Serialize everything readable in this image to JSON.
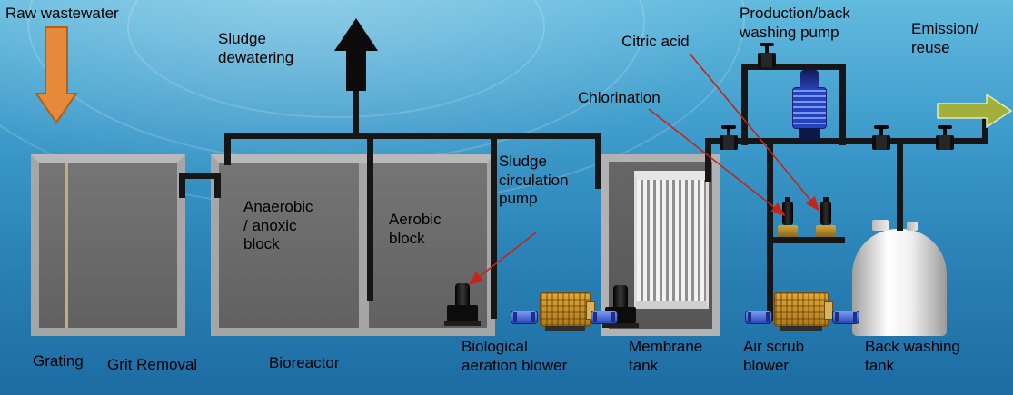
{
  "labels": {
    "raw_wastewater": "Raw wastewater",
    "sludge_dewatering": "Sludge\ndewatering",
    "citric_acid": "Citric acid",
    "chlorination": "Chlorination",
    "production_pump": "Production/back\nwashing pump",
    "emission_reuse": "Emission/\nreuse",
    "anaerobic_block": "Anaerobic\n/ anoxic\nblock",
    "aerobic_block": "Aerobic\nblock",
    "sludge_circulation_pump": "Sludge\ncirculation\npump",
    "grating": "Grating",
    "grit_removal": "Grit Removal",
    "bioreactor": "Bioreactor",
    "biological_aeration_blower": "Biological\naeration blower",
    "membrane_tank": "Membrane\ntank",
    "air_scrub_blower": "Air scrub\nblower",
    "back_washing_tank": "Back washing\ntank"
  },
  "colors": {
    "water_top": "#62bade",
    "water_bottom": "#1d6ca3",
    "inflow_arrow": "#e5893b",
    "sludge_arrow": "#0b0b0b",
    "emission_arrow": "#a2af3b",
    "annotation_arrow": "#c62418",
    "pipe": "#161616",
    "tank_wall": "#a6a6a6",
    "tank_interior": "#6b6b6b",
    "blower_body": "#c9892a",
    "production_pump_blue": "#2443c2",
    "dosing_pump_base": "#d1a83e",
    "back_washing_tank_body": "#f0f0f0"
  }
}
